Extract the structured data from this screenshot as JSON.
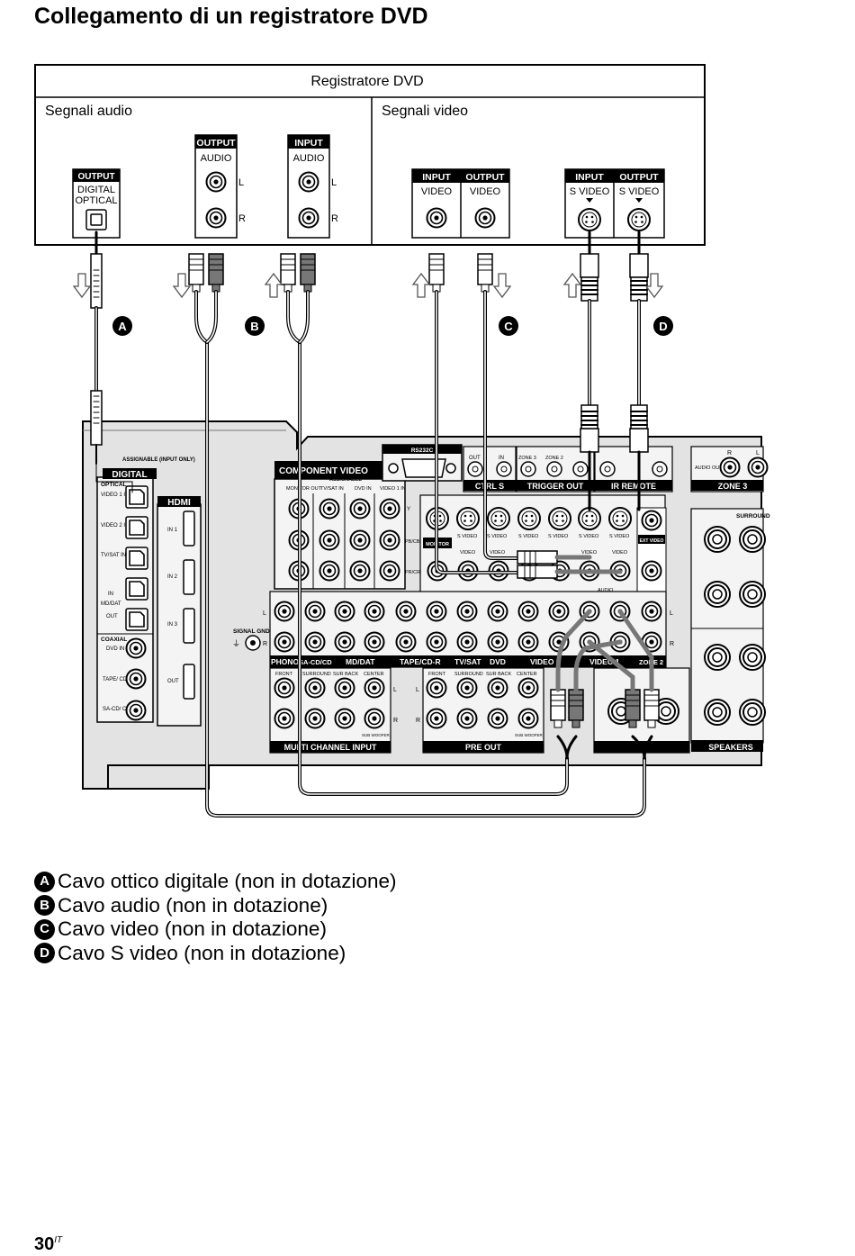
{
  "page": {
    "title": "Collegamento di un registratore DVD",
    "page_number": "30",
    "page_suffix": "IT"
  },
  "device_box": {
    "title": "Registratore DVD",
    "audio_section": "Segnali audio",
    "video_section": "Segnali video",
    "jacks": {
      "optical_header": "OUTPUT",
      "optical_label_1": "DIGITAL",
      "optical_label_2": "OPTICAL",
      "audio_out_header": "OUTPUT",
      "audio_out_label": "AUDIO",
      "audio_in_header": "INPUT",
      "audio_in_label": "AUDIO",
      "l": "L",
      "r": "R",
      "video_in_header": "INPUT",
      "video_in_label": "VIDEO",
      "video_out_header": "OUTPUT",
      "video_out_label": "VIDEO",
      "svideo_in_header": "INPUT",
      "svideo_in_label": "S VIDEO",
      "svideo_out_header": "OUTPUT",
      "svideo_out_label": "S VIDEO"
    }
  },
  "markers": {
    "a": "A",
    "b": "B",
    "c": "C",
    "d": "D"
  },
  "receiver": {
    "digital_note": "ASSIGNABLE (INPUT ONLY)",
    "digital_label": "DIGITAL",
    "optical_label": "OPTICAL",
    "digital_rows": [
      "VIDEO 1 IN",
      "VIDEO 2 IN",
      "TV/SAT IN",
      "IN",
      "MD/DAT",
      "OUT"
    ],
    "coaxial_rows": [
      "COAXIAL",
      "DVD IN",
      "TAPE/ CD-R IN",
      "SA-CD/ CD IN"
    ],
    "hdmi_label": "HDMI",
    "hdmi_ports": [
      "IN 1",
      "IN 2",
      "IN 3",
      "OUT"
    ],
    "component_label": "COMPONENT VIDEO",
    "component_sub": "ASSIGNABLE",
    "component_cols": [
      "MONITOR OUT",
      "TV/SAT IN",
      "DVD IN",
      "VIDEO 1 IN"
    ],
    "component_rows": [
      "Y",
      "PB/CB",
      "PR/CR"
    ],
    "rs232c": "RS232C",
    "signal_gnd": "SIGNAL GND",
    "ctrl_s": "CTRL S",
    "trigger_out": "TRIGGER OUT",
    "ir_remote": "IR REMOTE",
    "zone3": "ZONE 3",
    "zone2": "ZONE 2",
    "video1": "VIDEO 1",
    "video2": "VIDEO 2",
    "ext_video": "EXT VIDEO",
    "surround": "SURROUND",
    "speakers": "SPEAKERS",
    "multi_channel": "MULTI CHANNEL INPUT",
    "pre_out": "PRE OUT",
    "bottom_groups": [
      "PHONO",
      "SA-CD/CD",
      "MD/DAT",
      "TAPE/CD-R",
      "TV/SAT",
      "DVD",
      "VIDEO 2",
      "VIDEO 1",
      "ZONE 2"
    ],
    "mc_cols": [
      "FRONT",
      "SURROUND",
      "SUR BACK",
      "CENTER"
    ],
    "pre_cols": [
      "FRONT",
      "SURROUND",
      "SUR BACK",
      "CENTER"
    ],
    "subwoofer": "SUB WOOFER",
    "small_labels": {
      "out": "OUT",
      "in": "IN",
      "l": "L",
      "r": "R",
      "svideo": "S VIDEO",
      "video": "VIDEO",
      "audio": "AUDIO",
      "monitor": "MONITOR",
      "audio_out": "AUDIO OUT"
    }
  },
  "legend": [
    {
      "marker": "A",
      "text": "Cavo ottico digitale (non in dotazione)"
    },
    {
      "marker": "B",
      "text": "Cavo audio (non in dotazione)"
    },
    {
      "marker": "C",
      "text": "Cavo video (non in dotazione)"
    },
    {
      "marker": "D",
      "text": "Cavo S video (non in dotazione)"
    }
  ]
}
